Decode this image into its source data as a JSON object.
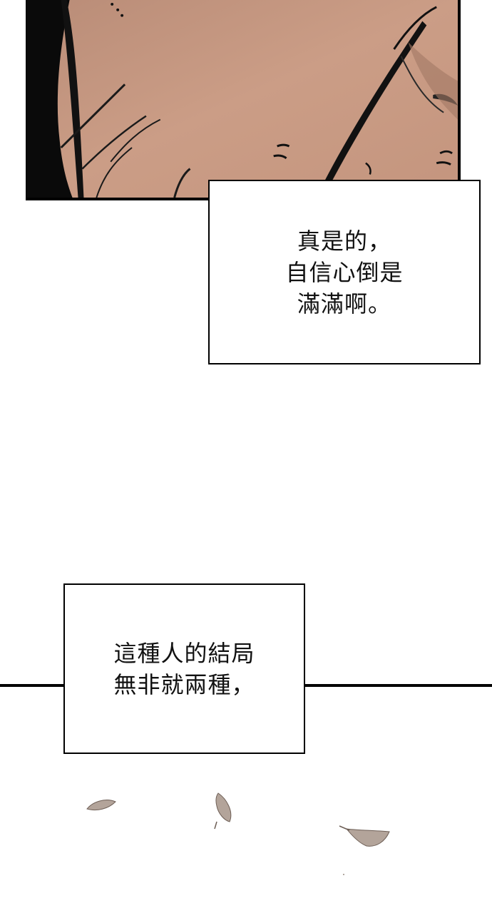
{
  "page": {
    "background_color": "#ffffff"
  },
  "top_panel": {
    "skin_color": "#c89a83",
    "ink_color": "#000000"
  },
  "captions": [
    {
      "lines": [
        "真是的，",
        "自信心倒是",
        "滿滿啊。"
      ]
    },
    {
      "lines": [
        "這種人的結局",
        "無非就兩種，"
      ]
    }
  ],
  "decor": {
    "leaf_color": "#b3a49a",
    "divider_color": "#000000"
  }
}
